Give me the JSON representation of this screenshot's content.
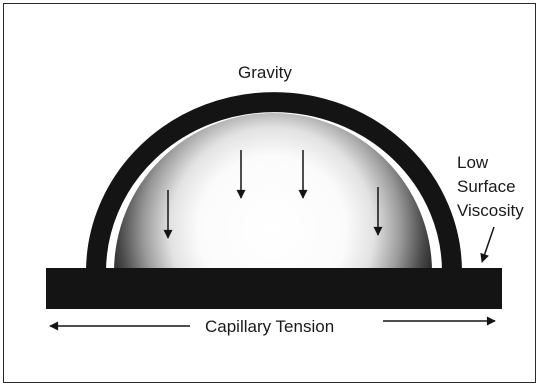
{
  "labels": {
    "gravity": "Gravity",
    "low": "Low",
    "surface": "Surface",
    "viscosity": "Viscosity",
    "capillary_tension": "Capillary Tension"
  },
  "colors": {
    "ink": "#141414",
    "gradient_edge": "#3a3a3a",
    "gradient_center": "#ffffff"
  }
}
